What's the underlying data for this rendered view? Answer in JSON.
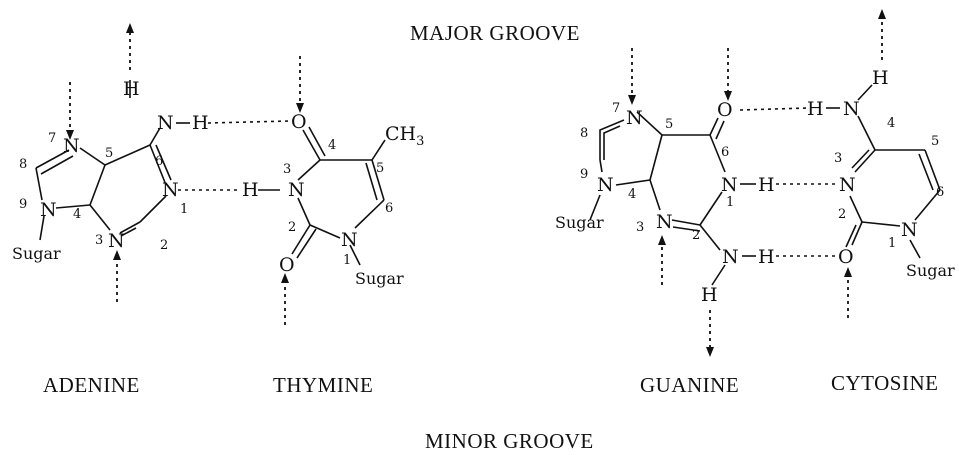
{
  "grooves": {
    "major": "MAJOR GROOVE",
    "minor": "MINOR GROOVE"
  },
  "bases": {
    "adenine": {
      "name": "ADENINE",
      "atoms": {
        "N7": "N",
        "N9": "N",
        "N3": "N",
        "N1": "N",
        "N6": "N",
        "H6": "H",
        "sugar": "Sugar"
      },
      "numbers": [
        "7",
        "8",
        "9",
        "4",
        "5",
        "6",
        "3",
        "2",
        "1"
      ]
    },
    "thymine": {
      "name": "THYMINE",
      "atoms": {
        "O4": "O",
        "N3": "N",
        "H3": "H",
        "N1": "N",
        "O2": "O",
        "methyl": "CH",
        "methyl_sub": "3",
        "sugar": "Sugar"
      },
      "numbers": [
        "4",
        "5",
        "3",
        "6",
        "2",
        "1"
      ]
    },
    "guanine": {
      "name": "GUANINE",
      "atoms": {
        "N7": "N",
        "N9": "N",
        "N3": "N",
        "N1": "N",
        "O6": "O",
        "H1": "H",
        "N2": "N",
        "H2a": "H",
        "H2b": "H",
        "sugar": "Sugar"
      },
      "numbers": [
        "7",
        "8",
        "9",
        "5",
        "6",
        "4",
        "1",
        "3",
        "2"
      ]
    },
    "cytosine": {
      "name": "CYTOSINE",
      "atoms": {
        "N4": "N",
        "H4a": "H",
        "H4b": "H",
        "N3": "N",
        "N1": "N",
        "O2": "O",
        "sugar": "Sugar"
      },
      "numbers": [
        "4",
        "5",
        "3",
        "6",
        "2",
        "1"
      ]
    }
  }
}
